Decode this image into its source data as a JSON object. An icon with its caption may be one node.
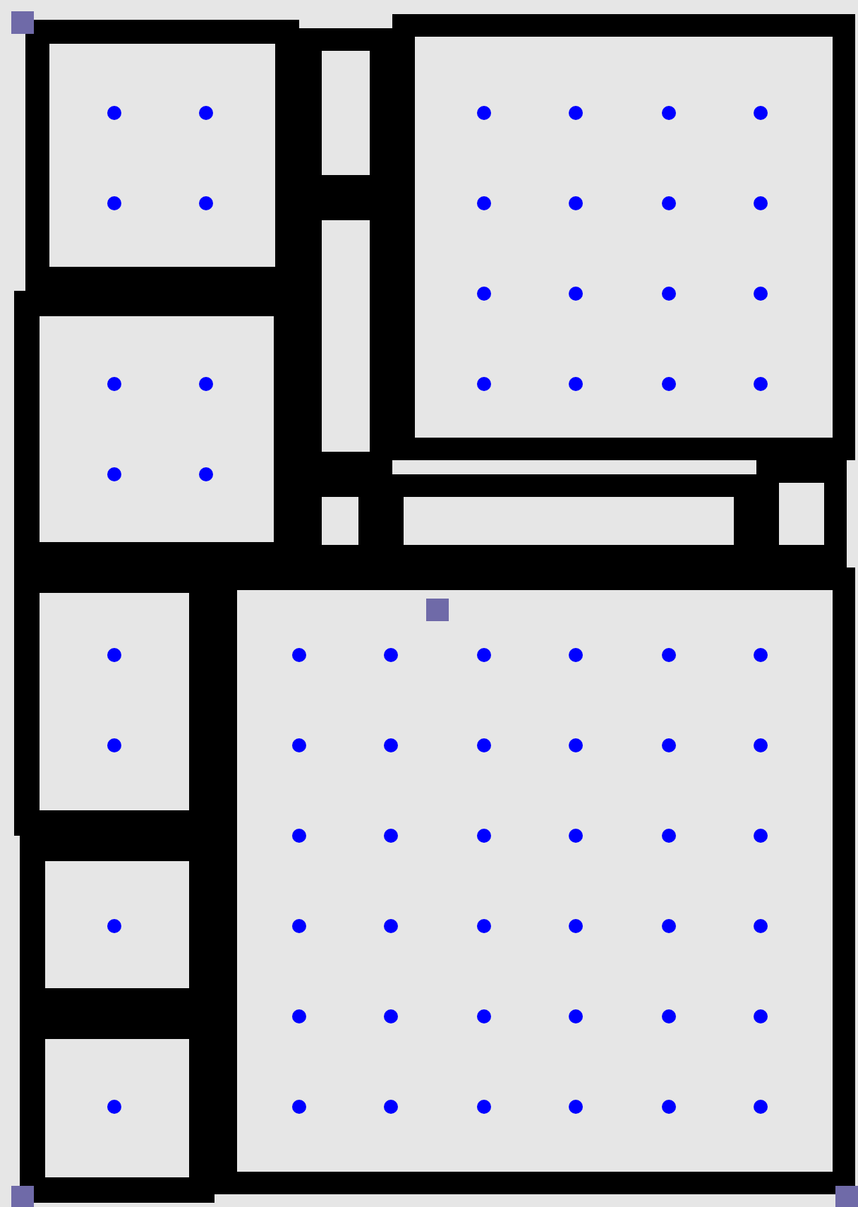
{
  "diagram": {
    "nodes": [
      {
        "text": [],
        "shape": "box"
      },
      {
        "text": [],
        "shape": "box"
      },
      {
        "text": [],
        "shape": "box"
      },
      {
        "text": [],
        "shape": "box"
      },
      {
        "text": [],
        "shape": "box"
      },
      {
        "text": [],
        "shape": "box"
      },
      {
        "text": [],
        "shape": "box"
      },
      {
        "text": [],
        "shape": "box"
      },
      {
        "text": [],
        "shape": "box"
      },
      {
        "text": [],
        "shape": "box"
      },
      {
        "text": [],
        "shape": "box"
      },
      {
        "text": [],
        "shape": "box"
      }
    ]
  }
}
